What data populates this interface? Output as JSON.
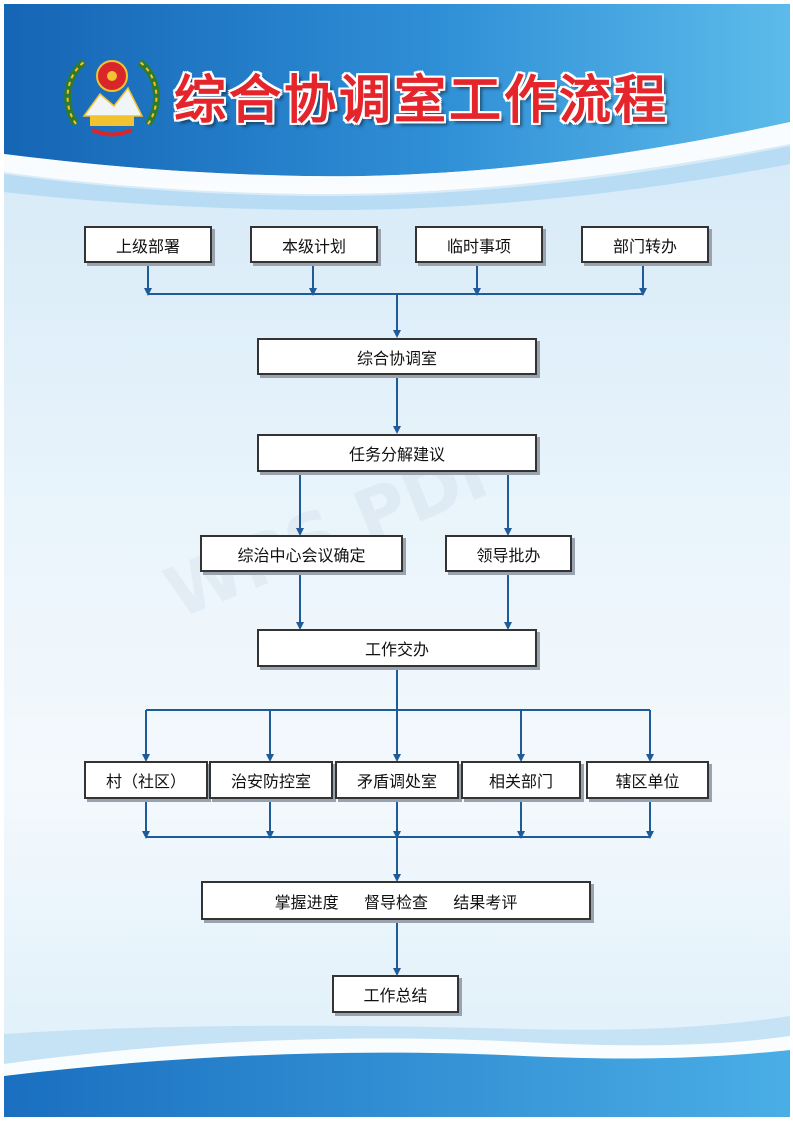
{
  "title": "综合协调室工作流程",
  "colors": {
    "title": "#e4252b",
    "accent": "#1b5fa8",
    "line": "#1f5a99"
  },
  "flow": {
    "sources": [
      "上级部署",
      "本级计划",
      "临时事项",
      "部门转办"
    ],
    "center": "综合协调室",
    "analysis": "任务分解建议",
    "decision_left": "综治中心会议确定",
    "decision_right": "领导批办",
    "assign": "工作交办",
    "units": [
      "村（社区）",
      "治安防控室",
      "矛盾调处室",
      "相关部门",
      "辖区单位"
    ],
    "supervise": "掌握进度     督导检查     结果考评",
    "summary": "工作总结"
  }
}
